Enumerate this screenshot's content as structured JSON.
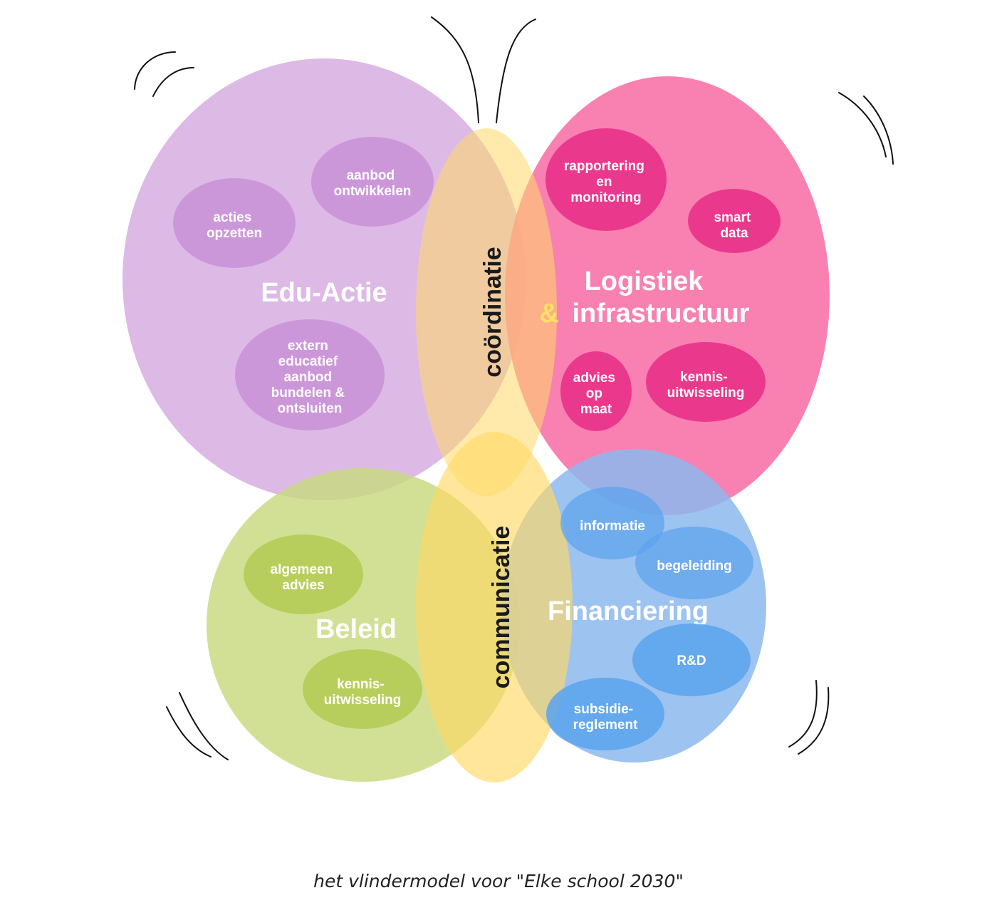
{
  "colors": {
    "purple": "#d9b3e3",
    "purple_bubble": "#c990d6",
    "pink": "#f76fa6",
    "pink_bubble": "#e8318a",
    "green": "#c8d97e",
    "green_bubble": "#b5cc55",
    "blue": "#8cb9ef",
    "blue_bubble": "#5aa3ec",
    "yellow": "#ffd966",
    "ampersand": "#ffe066"
  },
  "wings": {
    "top_left": {
      "title": "Edu-Actie",
      "bubbles": [
        {
          "lines": [
            "aanbod",
            "ontwikkelen"
          ]
        },
        {
          "lines": [
            "acties",
            "opzetten"
          ]
        },
        {
          "lines": [
            "extern",
            "educatief",
            "aanbod",
            "bundelen &",
            "ontsluiten"
          ]
        }
      ]
    },
    "top_right": {
      "title_line1": "Logistiek",
      "ampersand": "&",
      "title_line2": "infrastructuur",
      "bubbles": [
        {
          "lines": [
            "rapportering",
            "en",
            "monitoring"
          ]
        },
        {
          "lines": [
            "smart",
            "data"
          ]
        },
        {
          "lines": [
            "advies",
            "op",
            "maat"
          ]
        },
        {
          "lines": [
            "kennis-",
            "uitwisseling"
          ]
        }
      ]
    },
    "bottom_left": {
      "title": "Beleid",
      "bubbles": [
        {
          "lines": [
            "algemeen",
            "advies"
          ]
        },
        {
          "lines": [
            "kennis-",
            "uitwisseling"
          ]
        }
      ]
    },
    "bottom_right": {
      "title": "Financiering",
      "bubbles": [
        {
          "lines": [
            "informatie"
          ]
        },
        {
          "lines": [
            "begeleiding"
          ]
        },
        {
          "lines": [
            "R&D"
          ]
        },
        {
          "lines": [
            "subsidie-",
            "reglement"
          ]
        }
      ]
    }
  },
  "body": {
    "top_label": "coördinatie",
    "bottom_label": "communicatie"
  },
  "caption": "het vlindermodel voor \"Elke school 2030\""
}
